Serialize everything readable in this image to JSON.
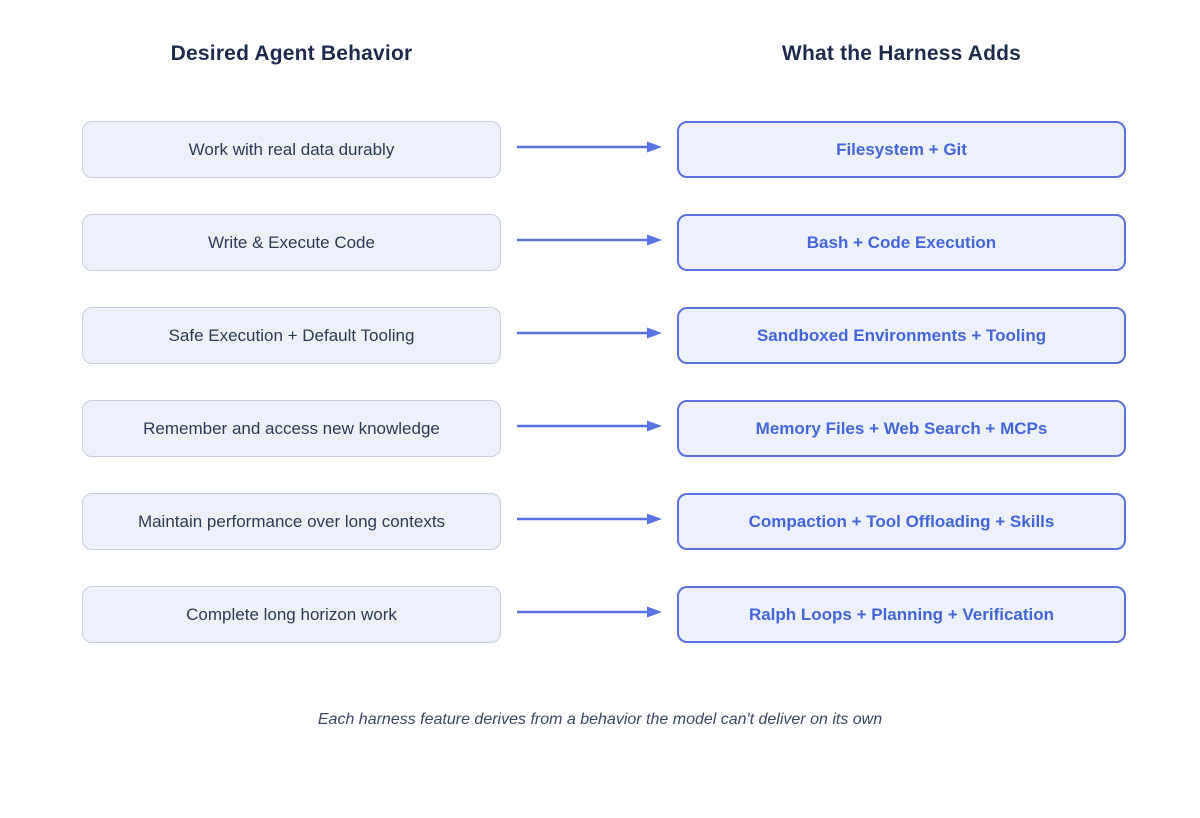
{
  "diagram": {
    "left_header": "Desired Agent Behavior",
    "right_header": "What the Harness Adds",
    "rows": [
      {
        "behavior": "Work with real data durably",
        "harness": "Filesystem + Git"
      },
      {
        "behavior": "Write & Execute Code",
        "harness": "Bash + Code Execution"
      },
      {
        "behavior": "Safe Execution + Default Tooling",
        "harness": "Sandboxed Environments + Tooling"
      },
      {
        "behavior": "Remember and access new knowledge",
        "harness": "Memory Files + Web Search + MCPs"
      },
      {
        "behavior": "Maintain performance over long contexts",
        "harness": "Compaction + Tool Offloading + Skills"
      },
      {
        "behavior": "Complete long horizon work",
        "harness": "Ralph Loops + Planning + Verification"
      }
    ],
    "caption": "Each harness feature derives from a behavior the model can't deliver on its own",
    "colors": {
      "behavior_box_bg": "#edf0f7",
      "behavior_box_border": "#c7cfe0",
      "behavior_text": "#2d3a58",
      "harness_box_bg": "#edf1fc",
      "harness_box_border": "#5a72da",
      "harness_text": "#4565d9",
      "arrow": "#5b72e2",
      "header_text": "#1e2b4d",
      "caption_text": "#3a4763"
    }
  }
}
